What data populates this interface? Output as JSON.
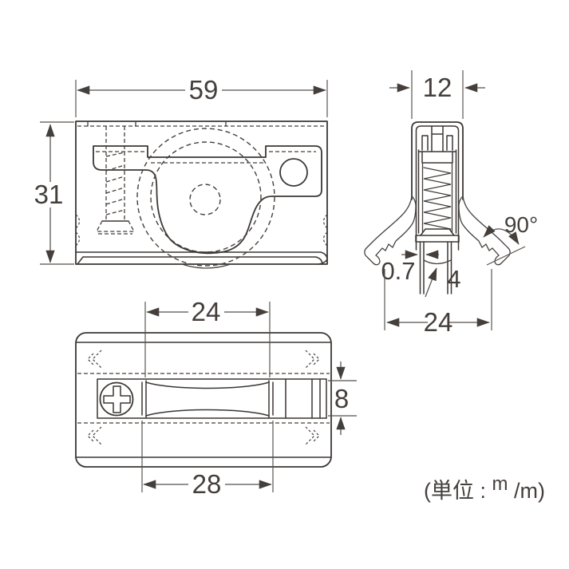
{
  "unit_note": {
    "prefix": "(単位 :",
    "sup": "m",
    "rest": "/m)"
  },
  "front_view": {
    "width": "59",
    "height": "31"
  },
  "side_view": {
    "top_width": "12",
    "angle": "90°",
    "wall_thickness": "0.7",
    "channel_width": "4",
    "bottom_width": "24"
  },
  "bottom_view": {
    "roller_length": "24",
    "slot_length": "28",
    "roller_width": "8"
  }
}
